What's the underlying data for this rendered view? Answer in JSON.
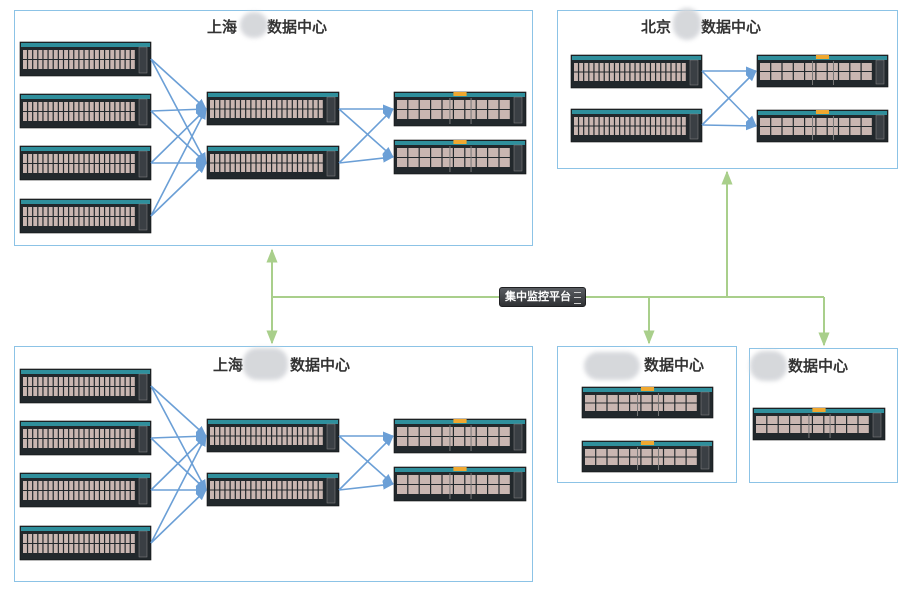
{
  "diagram": {
    "datacenters": [
      {
        "id": "sh1",
        "title_left": "上海",
        "title_right": "数据中心"
      },
      {
        "id": "bj",
        "title_left": "北京",
        "title_right": "数据中心"
      },
      {
        "id": "sh2",
        "title_left": "上海",
        "title_right": "数据中心"
      },
      {
        "id": "dc4",
        "title_left": "",
        "title_right": "数据中心"
      },
      {
        "id": "dc5",
        "title_left": "",
        "title_right": "数据中心"
      }
    ],
    "monitor": {
      "label": "集中监控平台"
    },
    "colors": {
      "box_border": "#8cc3e6",
      "uplink_arrow": "#6b9fd6",
      "mgmt_line": "#a9cf8b",
      "switch_body": "#22282c",
      "switch_accent": "#2f8f9c",
      "switch_port": "#c9b6b1",
      "core_highlight": "#f0a830"
    },
    "icons": [
      "access-switch-icon",
      "aggregation-switch-icon",
      "core-switch-icon",
      "monitor-console-icon"
    ]
  }
}
